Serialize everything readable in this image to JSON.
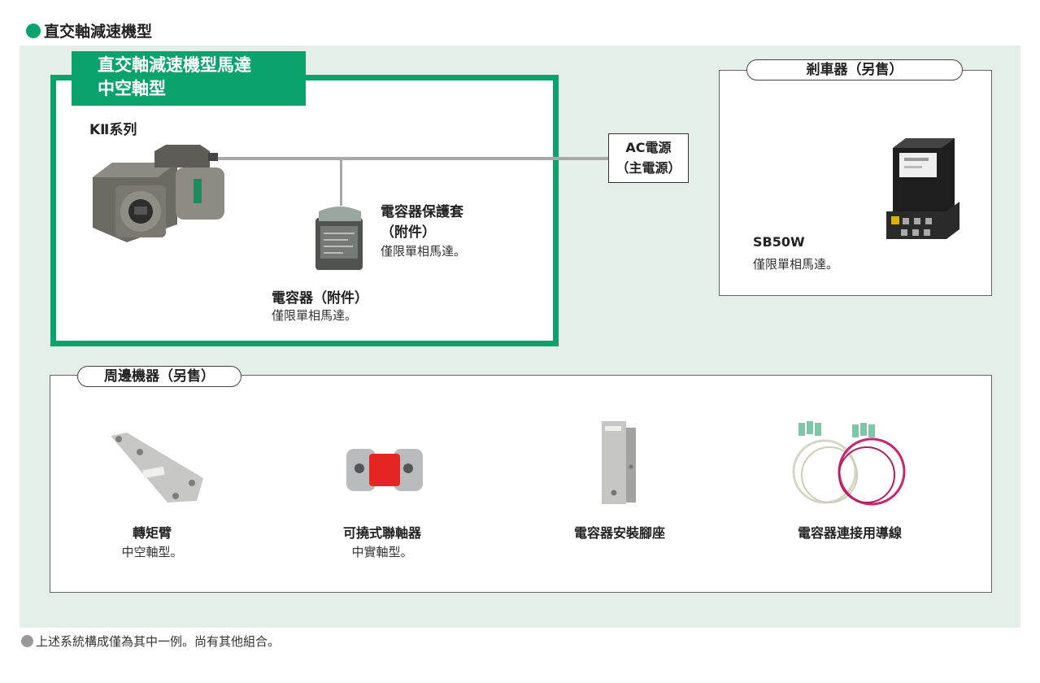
{
  "section_title": "直交軸減速機型",
  "motor_group": {
    "tab_line1": "直交軸減速機型馬達",
    "tab_line2": "中空軸型",
    "series": "KⅡ系列",
    "capacitor_cover": {
      "title_line1": "電容器保護套",
      "title_line2": "（附件）",
      "note": "僅限單相馬達。"
    },
    "capacitor": {
      "title": "電容器（附件）",
      "note": "僅限單相馬達。"
    }
  },
  "power": {
    "line1": "AC電源",
    "line2": "（主電源）"
  },
  "brake": {
    "title": "剎車器（另售）",
    "model": "SB50W",
    "note": "僅限單相馬達。"
  },
  "peripherals": {
    "title": "周邊機器（另售）",
    "items": [
      {
        "name": "轉矩臂",
        "note": "中空軸型。"
      },
      {
        "name": "可撓式聯軸器",
        "note": "中實軸型。"
      },
      {
        "name": "電容器安裝腳座",
        "note": ""
      },
      {
        "name": "電容器連接用導線",
        "note": ""
      }
    ]
  },
  "footnote": "上述系統構成僅為其中一例。尚有其他組合。",
  "colors": {
    "accent": "#0aa36b",
    "panel_bg": "#e3efe8"
  }
}
